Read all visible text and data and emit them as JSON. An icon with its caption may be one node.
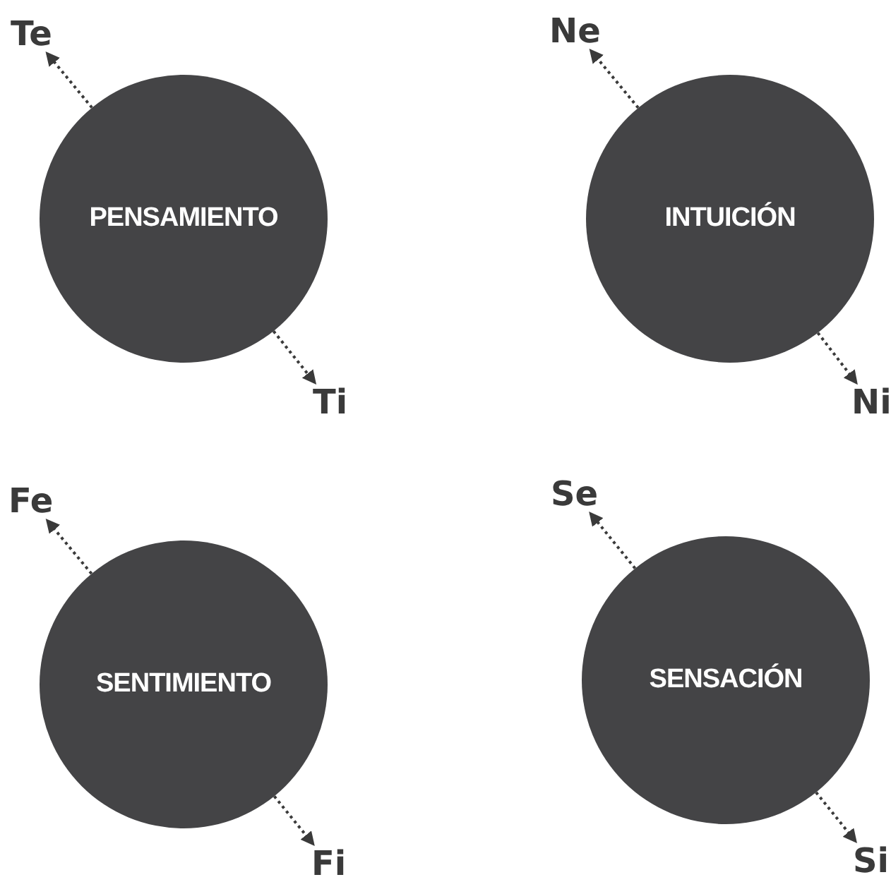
{
  "diagram": {
    "nodes": [
      {
        "text": [
          "PENSAMIENTO"
        ]
      },
      {
        "text": [
          "INTUICIÓN"
        ]
      },
      {
        "text": [
          "SENTIMIENTO"
        ]
      },
      {
        "text": [
          "SENSACIÓN"
        ]
      },
      {
        "text": [
          "Te"
        ]
      },
      {
        "text": [
          "Ti"
        ]
      },
      {
        "text": [
          "Ne"
        ]
      },
      {
        "text": [
          "Ni"
        ]
      },
      {
        "text": [
          "Fe"
        ]
      },
      {
        "text": [
          "Fi"
        ]
      },
      {
        "text": [
          "Se"
        ]
      },
      {
        "text": [
          "Si"
        ]
      }
    ],
    "edges": [
      {
        "from": 0,
        "to": 4,
        "arrow": "to",
        "style": "dashed"
      },
      {
        "from": 0,
        "to": 5,
        "arrow": "to",
        "style": "dashed"
      },
      {
        "from": 1,
        "to": 6,
        "arrow": "to",
        "style": "dashed"
      },
      {
        "from": 1,
        "to": 7,
        "arrow": "to",
        "style": "dashed"
      },
      {
        "from": 2,
        "to": 8,
        "arrow": "to",
        "style": "dashed"
      },
      {
        "from": 2,
        "to": 9,
        "arrow": "to",
        "style": "dashed"
      },
      {
        "from": 3,
        "to": 10,
        "arrow": "to",
        "style": "dashed"
      },
      {
        "from": 3,
        "to": 11,
        "arrow": "to",
        "style": "dashed"
      }
    ]
  }
}
